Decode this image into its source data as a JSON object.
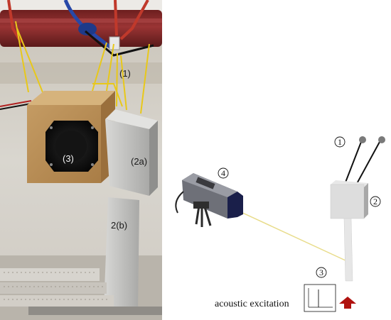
{
  "photo": {
    "labels": {
      "suspension": "(1)",
      "speaker": "(3)",
      "block": "(2a)",
      "rod": "2(b)"
    }
  },
  "schematic": {
    "markers": {
      "strings": "1",
      "specimen": "2",
      "excitation": "3",
      "vibrometer": "4"
    },
    "caption": "acoustic excitation"
  },
  "colors": {
    "pipe": "#8a2a2a",
    "rope_yellow": "#e8c81a",
    "wood": "#b98d55",
    "aluminum": "#bfbfbf",
    "laser_beam": "#e8dc8a",
    "arrow_red": "#b0120f"
  }
}
